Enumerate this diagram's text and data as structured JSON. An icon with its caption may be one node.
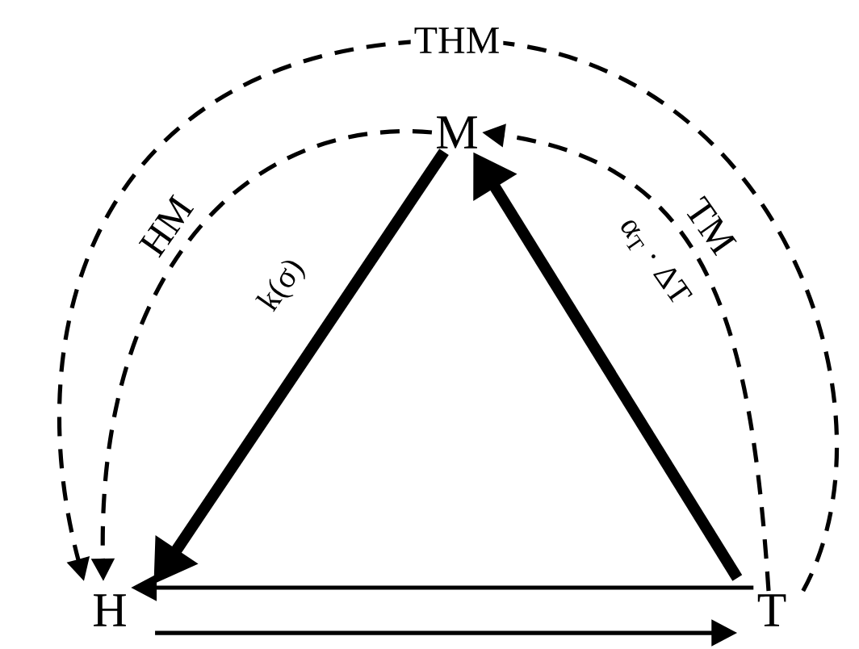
{
  "diagram": {
    "nodes": [
      {
        "text": [
          "M"
        ]
      },
      {
        "text": [
          "H"
        ]
      },
      {
        "text": [
          "T"
        ]
      }
    ],
    "edges": [
      {
        "from": 0,
        "to": 1,
        "arrow": "to",
        "style": "thick",
        "label": "k(σ)"
      },
      {
        "from": 2,
        "to": 0,
        "arrow": "to",
        "style": "thick",
        "label": "α$_{T}$ · ΔT"
      },
      {
        "from": 2,
        "to": 1,
        "arrow": "to"
      },
      {
        "from": 1,
        "to": 2,
        "arrow": "to"
      },
      {
        "from": 0,
        "to": 1,
        "arrow": "to",
        "style": "dashed",
        "label": "HM"
      },
      {
        "from": 2,
        "to": 0,
        "arrow": "to",
        "style": "dashed",
        "label": "TM"
      },
      {
        "from": 2,
        "to": 1,
        "arrow": "to",
        "style": "dashed",
        "label": "THM"
      }
    ]
  }
}
